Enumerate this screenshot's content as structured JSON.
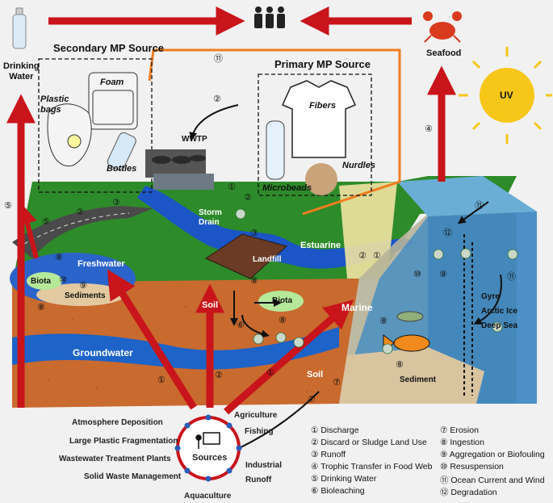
{
  "top_labels": {
    "drinking_water": "Drinking\nWater",
    "seafood": "Seafood",
    "uv": "UV",
    "secondary_source": "Secondary MP Source",
    "primary_source": "Primary MP Source"
  },
  "secondary_items": {
    "foam": "Foam",
    "plastic_bags": "Plastic\nbags",
    "bottles": "Bottles"
  },
  "primary_items": {
    "fibers": "Fibers",
    "nurdles": "Nurdles",
    "microbeads": "Microbeads"
  },
  "scene_labels": {
    "wwtp": "WWTP",
    "storm_drain": "Storm\nDrain",
    "landfill": "Landfill",
    "estuarine": "Estuarine",
    "freshwater": "Freshwater",
    "biota_left": "Biota",
    "sediments": "Sediments",
    "soil_center": "Soil",
    "biota_center": "Biota",
    "groundwater": "Groundwater",
    "soil_lower": "Soil",
    "marine": "Marine",
    "sediment_marine": "Sediment",
    "gyre": "Gyre",
    "arctic_ice": "Arctic Ice",
    "deep_sea": "Deep Sea"
  },
  "sources": {
    "center": "Sources",
    "items": [
      "Atmosphere Deposition",
      "Large Plastic Fragmentation",
      "Wastewater Treatment Plants",
      "Solid Waste Management",
      "Aquaculture",
      "Agriculture",
      "Fishing",
      "Industrial",
      "Runoff"
    ]
  },
  "legend": [
    {
      "num": "①",
      "text": "Discharge"
    },
    {
      "num": "②",
      "text": "Discard or Sludge Land Use"
    },
    {
      "num": "③",
      "text": "Runoff"
    },
    {
      "num": "④",
      "text": "Trophic Transfer in Food Web"
    },
    {
      "num": "⑤",
      "text": "Drinking Water"
    },
    {
      "num": "⑥",
      "text": "Bioleaching"
    },
    {
      "num": "⑦",
      "text": "Erosion"
    },
    {
      "num": "⑧",
      "text": "Ingestion"
    },
    {
      "num": "⑨",
      "text": "Aggregation or Biofouling"
    },
    {
      "num": "⑩",
      "text": "Resuspension"
    },
    {
      "num": "⑪",
      "text": "Ocean Current and Wind"
    },
    {
      "num": "⑫",
      "text": "Degradation"
    }
  ],
  "pathway_numbers": {
    "n1": "①",
    "n2": "②",
    "n3": "③",
    "n4": "④",
    "n5": "⑤",
    "n6": "⑥",
    "n7": "⑦",
    "n8": "⑧",
    "n9": "⑨",
    "n10": "⑩",
    "n11": "⑪",
    "n12": "⑫"
  },
  "colors": {
    "arrow_red": "#c8141a",
    "soil": "#c7672c",
    "freshwater": "#1f56c4",
    "ocean": "#2f7fc0",
    "grass": "#2f8f2c",
    "sources_ring": "#c8141a",
    "uv_sun": "#f4c21a"
  }
}
